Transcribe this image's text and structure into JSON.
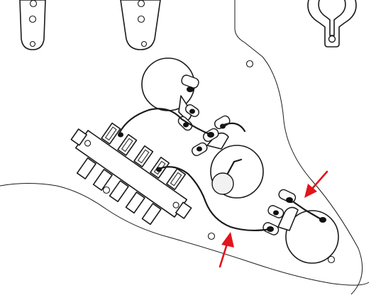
{
  "colors": {
    "outline": "#1a1a1a",
    "wire": "#1a1a1a",
    "highlight_arrow": "#e3141b",
    "solder": "#111111",
    "switch_tip": "#d9d9d9",
    "background": "#ffffff"
  },
  "icons": [
    "pickup-cover",
    "jack-socket",
    "potentiometer",
    "five-way-switch",
    "capacitor",
    "red-arrow"
  ]
}
